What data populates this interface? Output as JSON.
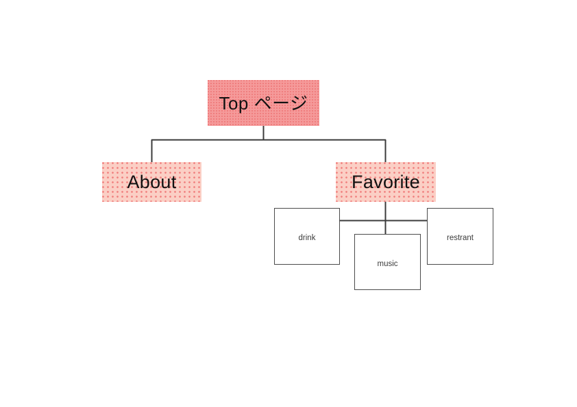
{
  "diagram": {
    "type": "site-map-tree",
    "background_color": "#ffffff",
    "palette": {
      "root_fill": "#f59a9a",
      "branch_fill": "#fbcfc5",
      "leaf_fill": "#ffffff",
      "leaf_border": "#4a4a4a",
      "connector": "#3b3b3b",
      "text": "#111111",
      "leaf_text": "#3a3a3a"
    },
    "nodes": {
      "root": {
        "label": "Top ページ"
      },
      "about": {
        "label": "About"
      },
      "favorite": {
        "label": "Favorite"
      },
      "drink": {
        "label": "drink"
      },
      "music": {
        "label": "music"
      },
      "restrant": {
        "label": "restrant"
      }
    },
    "edges": [
      {
        "from": "root",
        "to": "about"
      },
      {
        "from": "root",
        "to": "favorite"
      },
      {
        "from": "favorite",
        "to": "drink"
      },
      {
        "from": "favorite",
        "to": "music"
      },
      {
        "from": "favorite",
        "to": "restrant"
      }
    ]
  }
}
